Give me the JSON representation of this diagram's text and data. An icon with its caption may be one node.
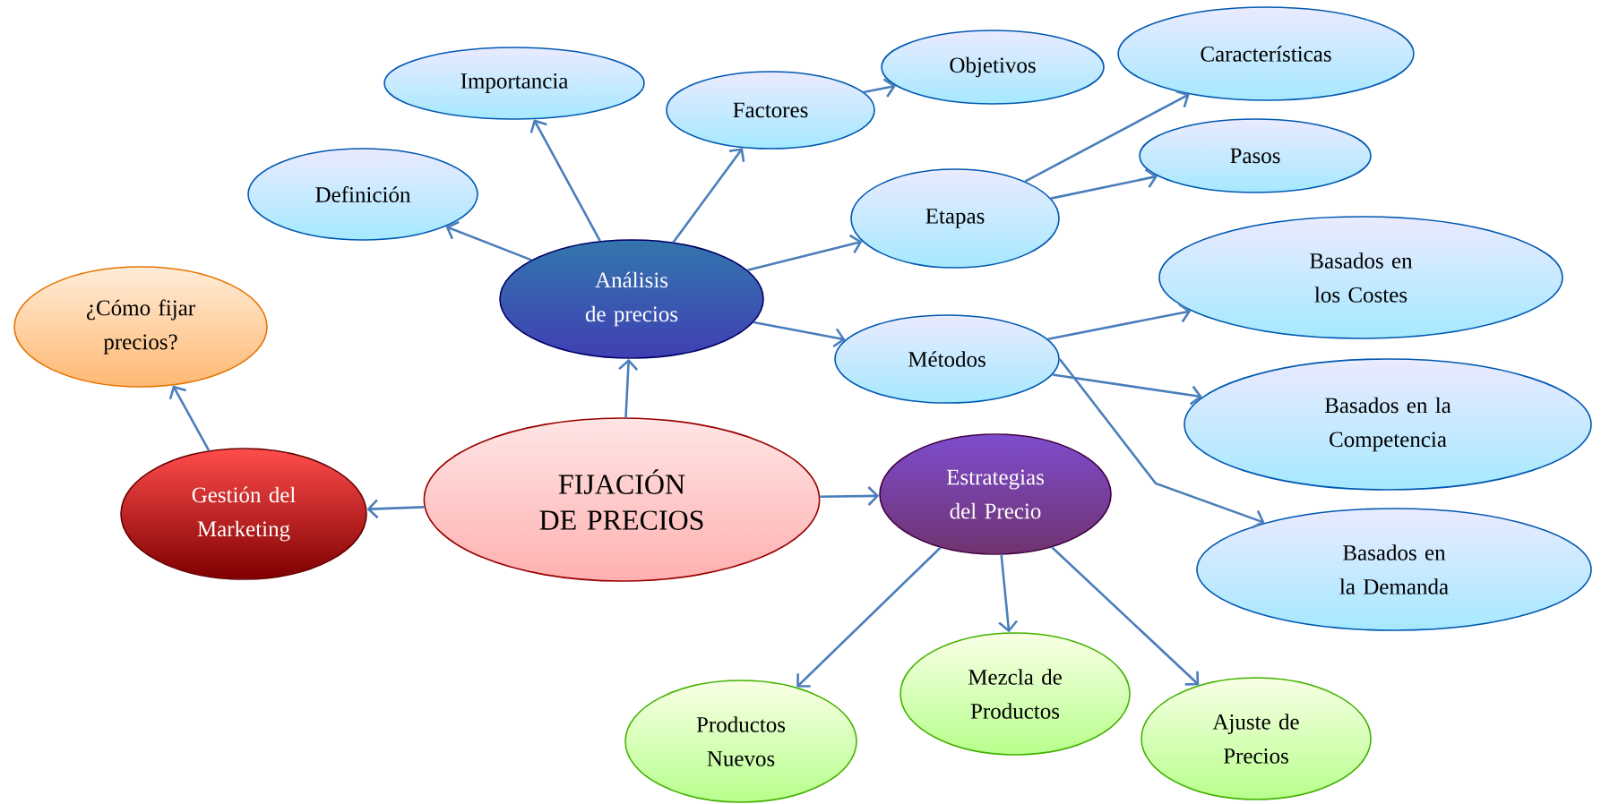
{
  "diagram": {
    "nodes": [
      {
        "text": [
          "FIJACIÓN DE PRECIOS"
        ]
      },
      {
        "text": [
          "Análisis de precios"
        ]
      },
      {
        "text": [
          "Definición"
        ]
      },
      {
        "text": [
          "Importancia"
        ]
      },
      {
        "text": [
          "Factores"
        ]
      },
      {
        "text": [
          "Objetivos"
        ]
      },
      {
        "text": [
          "Etapas"
        ]
      },
      {
        "text": [
          "Características"
        ]
      },
      {
        "text": [
          "Pasos"
        ]
      },
      {
        "text": [
          "Métodos"
        ]
      },
      {
        "text": [
          "Basados en los Costes"
        ]
      },
      {
        "text": [
          "Basados en la Competencia"
        ]
      },
      {
        "text": [
          "Basados en la Demanda"
        ]
      },
      {
        "text": [
          "¿Cómo fijar precios?"
        ]
      },
      {
        "text": [
          "Gestión del Marketing"
        ]
      },
      {
        "text": [
          "Estrategias del Precio"
        ]
      },
      {
        "text": [
          "Productos Nuevos"
        ]
      },
      {
        "text": [
          "Mezcla de Productos"
        ]
      },
      {
        "text": [
          "Ajuste de Precios"
        ]
      }
    ],
    "edges": [
      {
        "from": 0,
        "to": 1,
        "arrow": "to"
      },
      {
        "from": 0,
        "to": 14,
        "arrow": "to"
      },
      {
        "from": 0,
        "to": 15,
        "arrow": "to"
      },
      {
        "from": 14,
        "to": 13,
        "arrow": "to"
      },
      {
        "from": 1,
        "to": 2,
        "arrow": "to"
      },
      {
        "from": 1,
        "to": 3,
        "arrow": "to"
      },
      {
        "from": 1,
        "to": 4,
        "arrow": "to"
      },
      {
        "from": 4,
        "to": 5,
        "arrow": "to"
      },
      {
        "from": 1,
        "to": 6,
        "arrow": "to"
      },
      {
        "from": 1,
        "to": 9,
        "arrow": "to"
      },
      {
        "from": 6,
        "to": 7,
        "arrow": "to"
      },
      {
        "from": 6,
        "to": 8,
        "arrow": "to"
      },
      {
        "from": 9,
        "to": 10,
        "arrow": "to"
      },
      {
        "from": 9,
        "to": 11,
        "arrow": "to"
      },
      {
        "from": 9,
        "to": 12,
        "arrow": "to"
      },
      {
        "from": 15,
        "to": 16,
        "arrow": "to"
      },
      {
        "from": 15,
        "to": 17,
        "arrow": "to"
      },
      {
        "from": 15,
        "to": 18,
        "arrow": "to"
      }
    ]
  }
}
